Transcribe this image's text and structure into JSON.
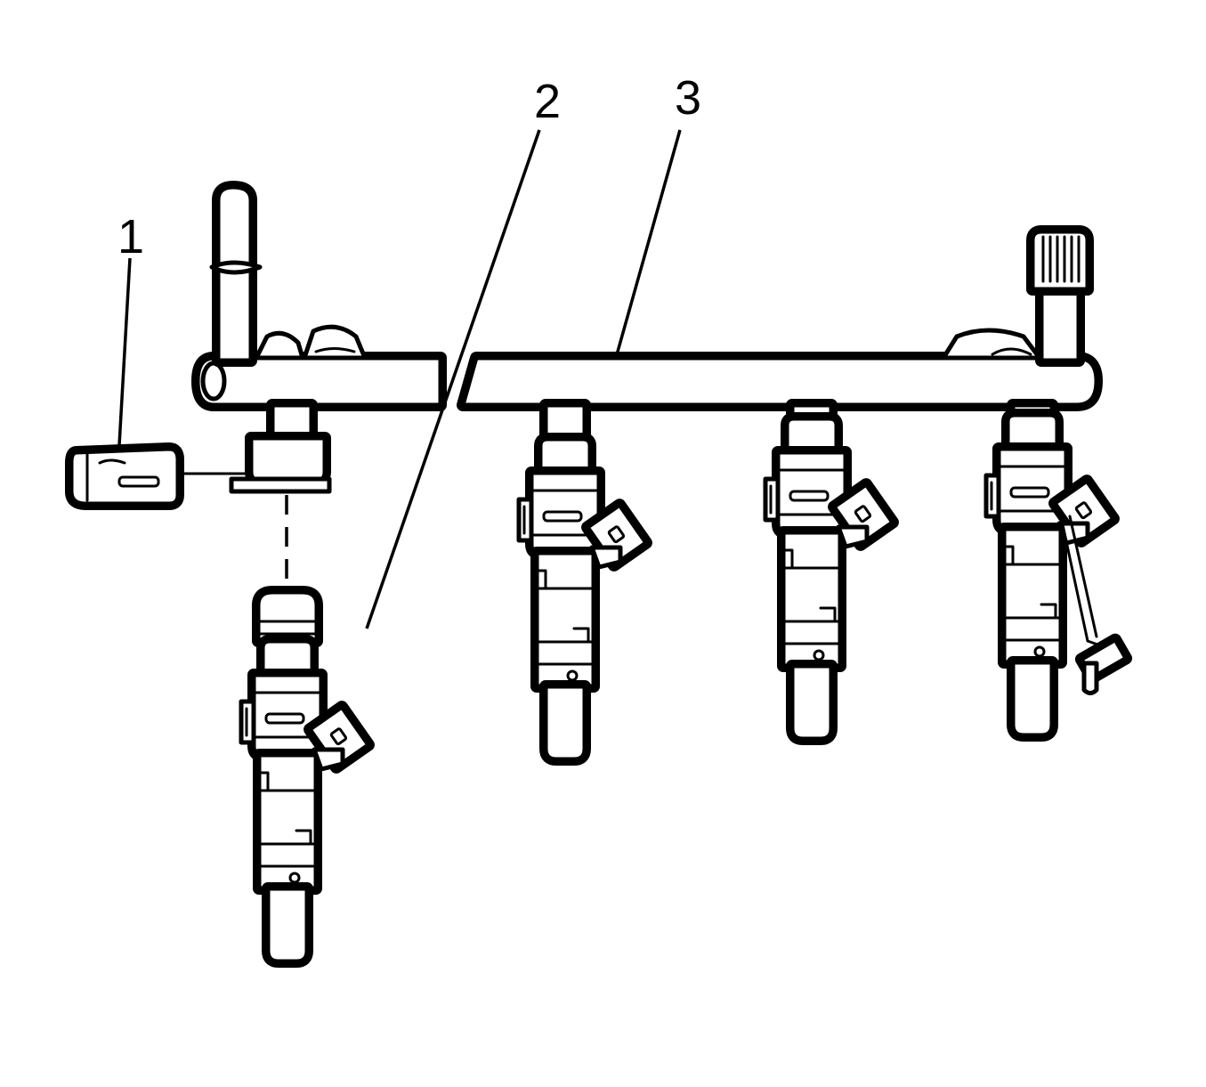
{
  "callouts": [
    {
      "id": "1",
      "label": "1"
    },
    {
      "id": "2",
      "label": "2"
    },
    {
      "id": "3",
      "label": "3"
    }
  ],
  "colors": {
    "line": "#000000",
    "background": "#ffffff"
  },
  "icons": [
    "fuel-rail",
    "fuel-injector",
    "injector-retainer-clip",
    "pressure-test-valve-cap"
  ]
}
